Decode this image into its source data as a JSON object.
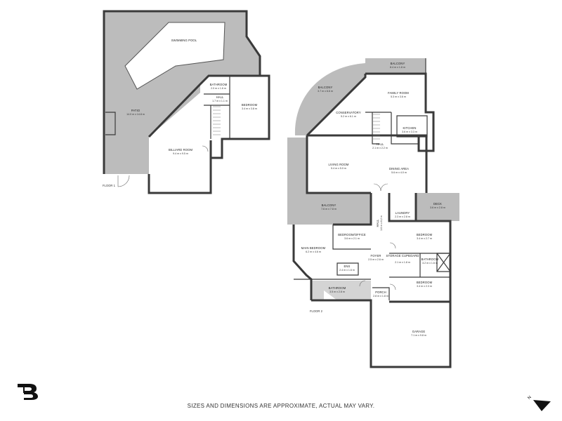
{
  "floor1": {
    "label": "FLOOR 1",
    "rooms": [
      {
        "name": "SWIMMING POOL",
        "dim": ""
      },
      {
        "name": "PATIO",
        "dim": "14.0 m x 14.8 m"
      },
      {
        "name": "BATHROOM",
        "dim": "2.0 m x 1.6 m"
      },
      {
        "name": "HALL",
        "dim": "1.7 m x 1.1 m"
      },
      {
        "name": "BEDROOM",
        "dim": "3.4 m x 3.8 m"
      },
      {
        "name": "BILLIARD ROOM",
        "dim": "9.4 m x 9.5 m"
      }
    ]
  },
  "floor2": {
    "label": "FLOOR 2",
    "rooms": [
      {
        "name": "BALCONY",
        "dim": "8.4 m x 1.8 m"
      },
      {
        "name": "BALCONY",
        "dim": "3.7 m x 6.6 m"
      },
      {
        "name": "FAMILY ROOM",
        "dim": "5.3 m x 3.6 m"
      },
      {
        "name": "CONSERVATORY",
        "dim": "5.2 m x 6.1 m"
      },
      {
        "name": "KITCHEN",
        "dim": "3.6 m x 3.3 m"
      },
      {
        "name": "HALL",
        "dim": "2.1 m x 2.2 m"
      },
      {
        "name": "LIVING ROOM",
        "dim": "5.4 m x 5.0 m"
      },
      {
        "name": "DINING AREA",
        "dim": "5.6 m x 4.0 m"
      },
      {
        "name": "BALCONY",
        "dim": "7.6 m x 7.8 m"
      },
      {
        "name": "DECK",
        "dim": "3.6 m x 2.8 m"
      },
      {
        "name": "LAUNDRY",
        "dim": "2.3 m x 2.8 m"
      },
      {
        "name": "HALL",
        "dim": "1.6 m x 6.2 m"
      },
      {
        "name": "BEDROOM/OFFICE",
        "dim": "3.6 m x 2.1 m"
      },
      {
        "name": "BEDROOM",
        "dim": "3.4 m x 2.7 m"
      },
      {
        "name": "MAIN BEDROOM",
        "dim": "6.2 m x 4.6 m"
      },
      {
        "name": "FOYER",
        "dim": "2.5 m x 2.6 m"
      },
      {
        "name": "STORAGE CUPBOARD",
        "dim": "2.1 m x 1.8 m"
      },
      {
        "name": "BATHROOM",
        "dim": "3.2 m x 1.6 m"
      },
      {
        "name": "ENS",
        "dim": "2.4 m x 1.6 m"
      },
      {
        "name": "BATHROOM",
        "dim": "3.5 m x 2.8 m"
      },
      {
        "name": "PORCH",
        "dim": "2.8 m x 1.8 m"
      },
      {
        "name": "BEDROOM",
        "dim": "3.4 m x 2.3 m"
      },
      {
        "name": "GARAGE",
        "dim": "7.1 m x 9.8 m"
      }
    ]
  },
  "footer": {
    "disclaimer": "SIZES AND DIMENSIONS ARE APPROXIMATE, ACTUAL MAY VARY.",
    "compass_letter": "N"
  },
  "colors": {
    "outdoor": "#bcbcbc",
    "wall": "#3a3a3a",
    "room": "#ffffff"
  },
  "icons": {
    "logo": "brand-logo-icon",
    "compass": "north-arrow-icon"
  }
}
